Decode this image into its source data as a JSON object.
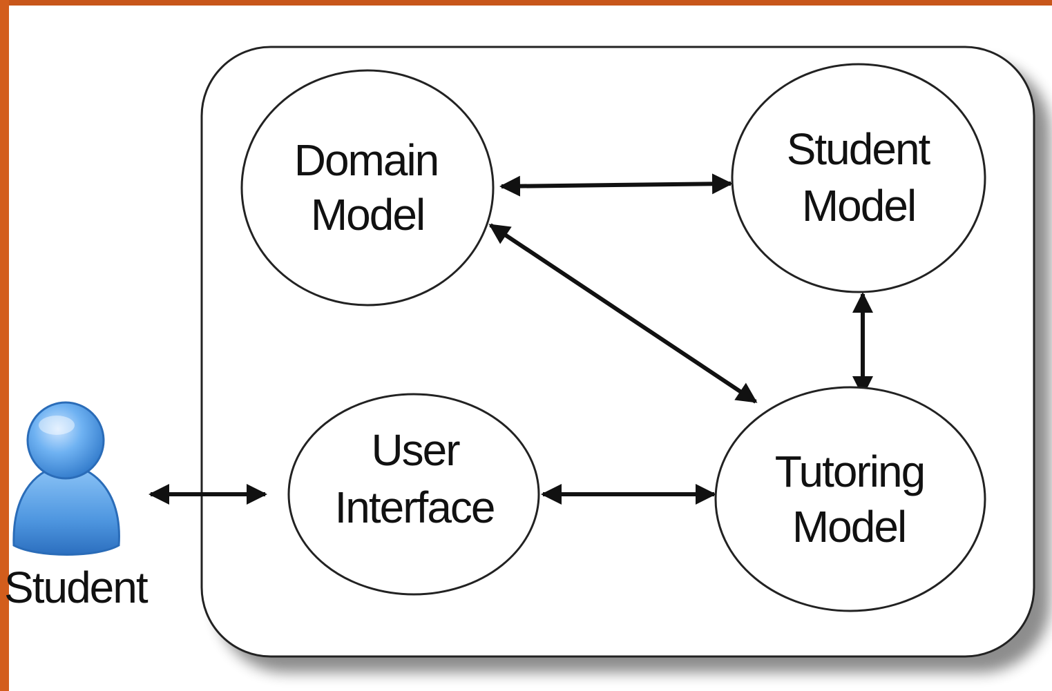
{
  "nodes": {
    "domain_model": {
      "line1": "Domain",
      "line2": "Model"
    },
    "student_model": {
      "line1": "Student",
      "line2": "Model"
    },
    "user_interface": {
      "line1": "User",
      "line2": "Interface"
    },
    "tutoring_model": {
      "line1": "Tutoring",
      "line2": "Model"
    }
  },
  "actor": {
    "label": "Student",
    "icon": "user-person-icon"
  },
  "colors": {
    "accent_bar": "#d35d1c",
    "stroke": "#111111",
    "actor_fill": "#5aa2e6"
  }
}
